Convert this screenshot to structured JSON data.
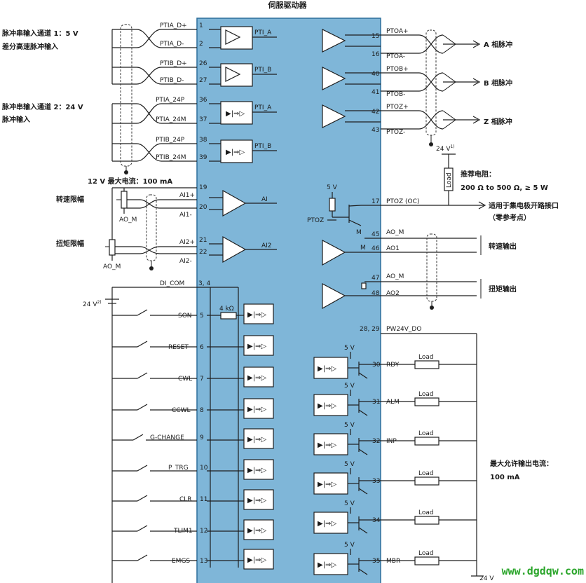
{
  "title": "伺服驱动器",
  "watermark": "www.dgdqw.com",
  "colors": {
    "drive_body": "#7fb6d8",
    "drive_border": "#2d6f9b",
    "wire": "#1e1e1e"
  },
  "pulse_channel_1": {
    "line1": "脉冲串输入通道 1：5 V",
    "line2": "差分高速脉冲输入"
  },
  "pulse_channel_2": {
    "line1": "脉冲串输入通道 2：24 V",
    "line2": "脉冲输入"
  },
  "supply_12v": "12 V 最大电流：100 mA",
  "speed_limit": "转速限幅",
  "torque_limit": "扭矩限幅",
  "ao_m_a": "AO_M",
  "ao_m_b": "AO_M",
  "v24_left": "24 V",
  "v24_left_sup": "2)",
  "v24_top": "24 V",
  "v24_top_sup": "1)",
  "v24_bottom": "24 V",
  "v5": "5 V",
  "ptoz_label": "PTOZ",
  "resistor_4k": "4 kΩ",
  "m_label": "M",
  "load_label": "Load",
  "pulse_in_pins": [
    {
      "name": "PTIA_D+",
      "num": "1",
      "func": "PTI_A"
    },
    {
      "name": "PTIA_D-",
      "num": "2",
      "func": ""
    },
    {
      "name": "PTIB_D+",
      "num": "26",
      "func": "PTI_B"
    },
    {
      "name": "PTIB_D-",
      "num": "27",
      "func": ""
    },
    {
      "name": "PTIA_24P",
      "num": "36",
      "func": "PTI_A"
    },
    {
      "name": "PTIA_24M",
      "num": "37",
      "func": ""
    },
    {
      "name": "PTIB_24P",
      "num": "38",
      "func": "PTI_B"
    },
    {
      "name": "PTIB_24M",
      "num": "39",
      "func": ""
    }
  ],
  "analog_in_pins": [
    {
      "name": "AI1+",
      "num": "19",
      "func": "AI"
    },
    {
      "name": "AI1-",
      "num": "20",
      "func": ""
    },
    {
      "name": "AI2+",
      "num": "21",
      "func": "AI2"
    },
    {
      "name": "AI2-",
      "num": "22",
      "func": ""
    }
  ],
  "di_com": {
    "name": "DI_COM",
    "num": "3, 4"
  },
  "digital_in_pins": [
    {
      "name": "SON",
      "num": "5"
    },
    {
      "name": "RESET",
      "num": "6"
    },
    {
      "name": "CWL",
      "num": "7"
    },
    {
      "name": "CCWL",
      "num": "8"
    },
    {
      "name": "G-CHANGE",
      "num": "9"
    },
    {
      "name": "P_TRG",
      "num": "10"
    },
    {
      "name": "CLR",
      "num": "11"
    },
    {
      "name": "TLIM1",
      "num": "12"
    },
    {
      "name": "EMGS",
      "num": "13"
    }
  ],
  "pulse_out_pins": [
    {
      "plus": "PTOA+",
      "plus_num": "15",
      "minus": "PTOA-",
      "minus_num": "16",
      "label": "A 相脉冲"
    },
    {
      "plus": "PTOB+",
      "plus_num": "40",
      "minus": "PTOB-",
      "minus_num": "41",
      "label": "B 相脉冲"
    },
    {
      "plus": "PTOZ+",
      "plus_num": "42",
      "minus": "PTOZ-",
      "minus_num": "43",
      "label": "Z 相脉冲"
    }
  ],
  "recommended_res": {
    "line1": "推荐电阻：",
    "line2": "200 Ω to 500 Ω, ≥ 5 W"
  },
  "ptoz_oc": {
    "name": "PTOZ (OC)",
    "num": "17",
    "line1": "适用于集电极开路接口",
    "line2": "（零参考点）"
  },
  "analog_out_1": {
    "m_name": "AO_M",
    "m_num": "45",
    "name": "AO1",
    "num": "46",
    "label": "转速输出"
  },
  "analog_out_2": {
    "m_name": "AO_M",
    "m_num": "47",
    "name": "AO2",
    "num": "48",
    "label": "扭矩输出"
  },
  "pw24v": {
    "name": "PW24V_DO",
    "num": "28, 29"
  },
  "digital_out_pins": [
    {
      "name": "RDY",
      "num": "30"
    },
    {
      "name": "ALM",
      "num": "31"
    },
    {
      "name": "INP",
      "num": "32"
    },
    {
      "name": "",
      "num": "33"
    },
    {
      "name": "",
      "num": "34"
    },
    {
      "name": "MBR",
      "num": "35"
    }
  ],
  "max_output": {
    "line1": "最大允许输出电流：",
    "line2": "100 mA"
  }
}
